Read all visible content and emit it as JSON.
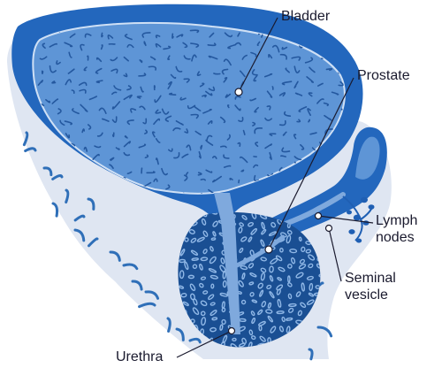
{
  "labels": {
    "bladder": "Bladder",
    "prostate": "Prostate",
    "lymph_nodes_line1": "Lymph",
    "lymph_nodes_line2": "nodes",
    "seminal_vesicle_line1": "Seminal",
    "seminal_vesicle_line2": "vesicle",
    "urethra": "Urethra"
  },
  "colors": {
    "outer_tissue": "#dfe6f2",
    "tissue_squiggle": "#2f6fb8",
    "bladder_wall": "#2367bd",
    "bladder_inner": "#5e95d6",
    "bladder_lumen_outline": "#cfe0f5",
    "bladder_texture": "#24589f",
    "prostate_fill": "#1a4f93",
    "prostate_texture": "#8fb7e6",
    "urethra_fill": "#7fa9dd",
    "seminal_vesicle": "#2367bd",
    "lymph_node": "#1f5fb3",
    "leader_line": "#1a1a2e"
  }
}
